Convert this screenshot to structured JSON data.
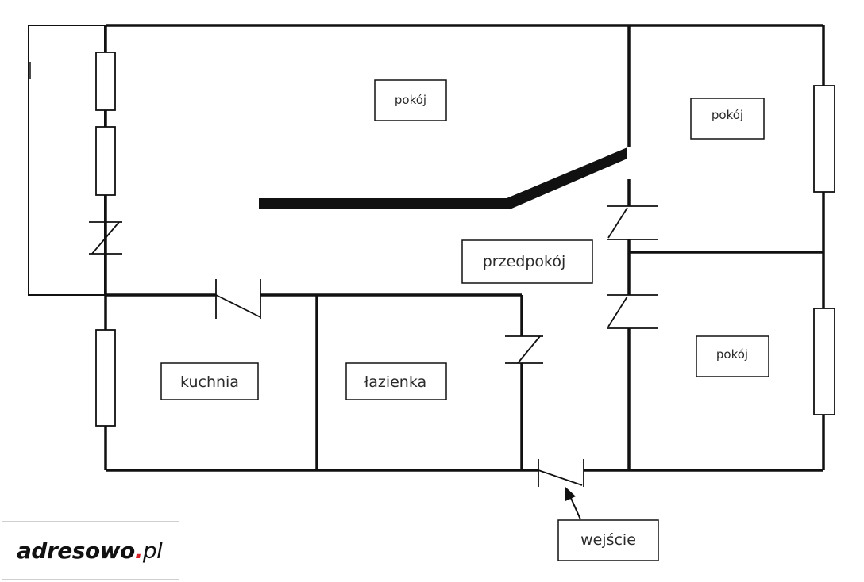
{
  "rooms": {
    "pokoj_main": "pokój",
    "pokoj_upper_right": "pokój",
    "pokoj_lower_right": "pokój",
    "przedpokoj": "przedpokój",
    "kuchnia": "kuchnia",
    "lazienka": "łazienka"
  },
  "entrance_label": "wejście",
  "logo": {
    "brand": "adresowo",
    "dot": ".",
    "tld": "pl",
    "dot_color": "#d81f26"
  },
  "colors": {
    "wall": "#111111",
    "background": "#ffffff"
  }
}
